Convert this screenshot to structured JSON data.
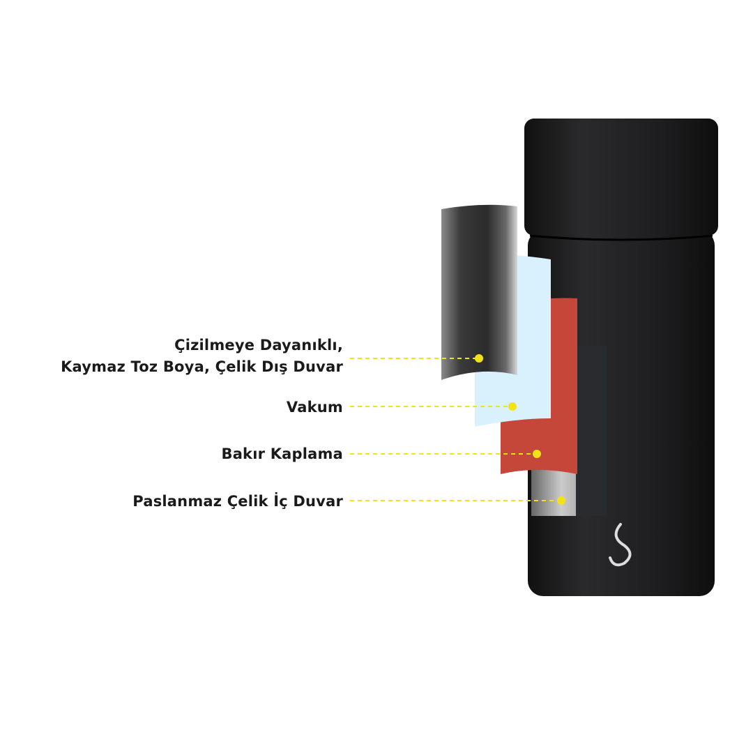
{
  "layers": [
    {
      "line1": "Çizilmeye Dayanıklı,",
      "line2": "Kaymaz Toz Boya, Çelik Dış Duvar"
    },
    {
      "line1": "Vakum"
    },
    {
      "line1": "Bakır Kaplama"
    },
    {
      "line1": "Paslanmaz Çelik İç Duvar"
    }
  ],
  "colors": {
    "marker": "#f2e21a",
    "copper": "#c4473a",
    "vacuum": "#d9f1fc",
    "body": "#1c1c1e"
  },
  "logo": "gecko-logo"
}
